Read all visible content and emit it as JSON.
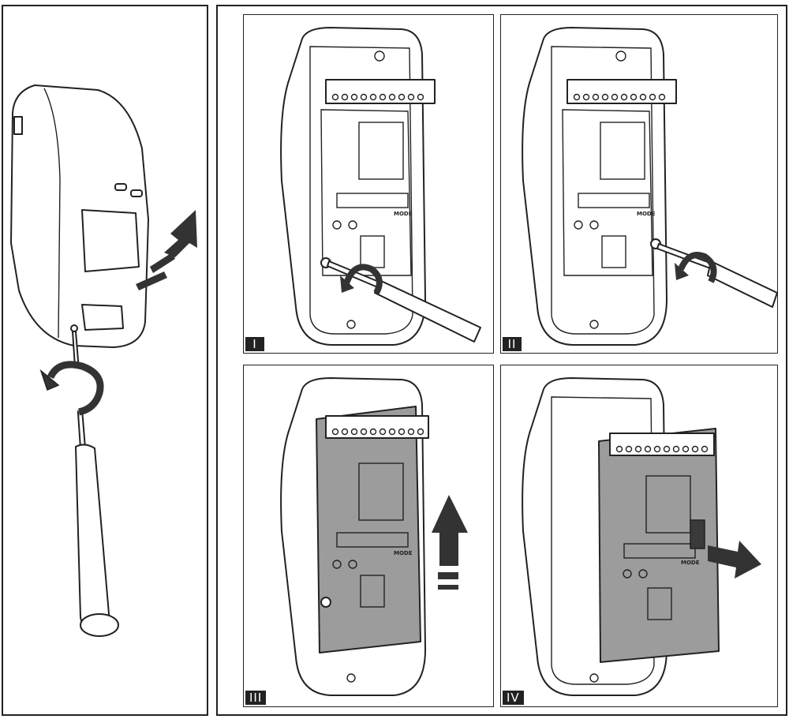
{
  "steps": [
    {
      "label": "I"
    },
    {
      "label": "II"
    },
    {
      "label": "III"
    },
    {
      "label": "IV"
    }
  ],
  "board_text": {
    "mode": "MODE",
    "minus": "-",
    "plus": "+"
  },
  "colors": {
    "line": "#222222",
    "board": "#9c9c9c",
    "arrow": "#333333"
  },
  "icons": [
    "screwdriver-icon",
    "rotate-arrow-icon",
    "direction-arrow-icon"
  ]
}
